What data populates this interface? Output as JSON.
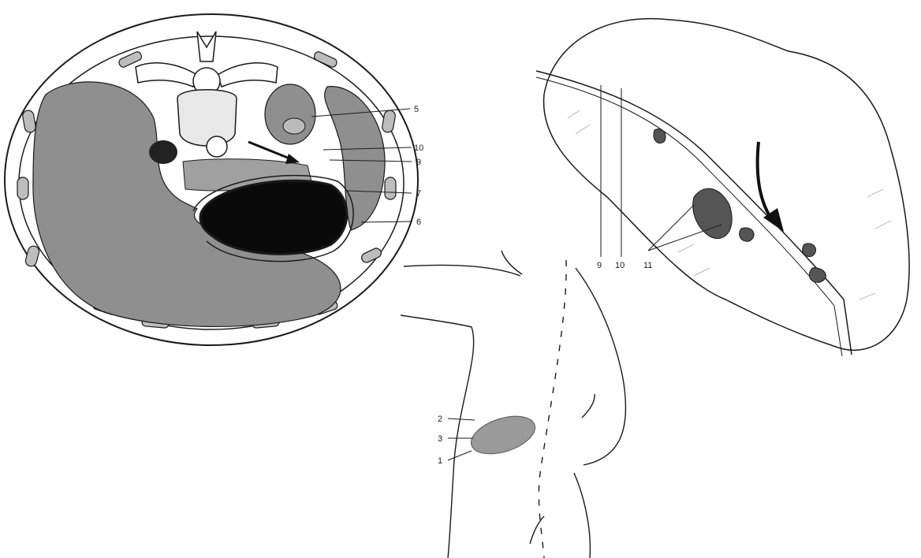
{
  "cross_section": {
    "labels": {
      "l5": "5",
      "l6": "6",
      "l7": "7",
      "l9": "9",
      "l10": "10"
    }
  },
  "spleen": {
    "labels": {
      "l9": "9",
      "l10": "10",
      "l11": "11"
    }
  },
  "torso": {
    "labels": {
      "l1": "1",
      "l2": "2",
      "l3": "3"
    }
  },
  "colors": {
    "organ_gray": "#8f8f8f",
    "dark_organ": "#0a0a0a",
    "line": "#1a1a1a",
    "skin_patch": "#9a9a9a"
  }
}
